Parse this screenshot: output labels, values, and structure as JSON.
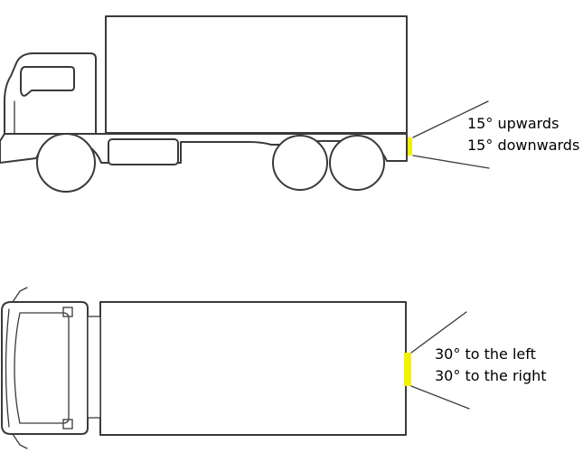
{
  "side_view": {
    "angle_up": "15° upwards",
    "angle_down": "15° downwards"
  },
  "top_view": {
    "angle_left": "30° to the left",
    "angle_right": "30° to the right"
  },
  "colors": {
    "sensor": "#f2f200",
    "outline": "#3a3a3a"
  }
}
